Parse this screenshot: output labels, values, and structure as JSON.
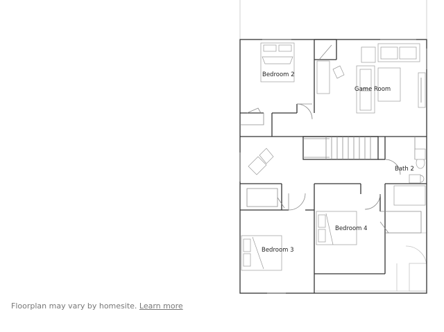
{
  "rooms": {
    "bedroom2": "Bedroom 2",
    "game_room": "Game Room",
    "bath2": "Bath 2",
    "bedroom4": "Bedroom 4",
    "bedroom3": "Bedroom 3"
  },
  "footer": {
    "disclaimer": "Floorplan may vary by homesite.",
    "learn_more": "Learn more"
  }
}
